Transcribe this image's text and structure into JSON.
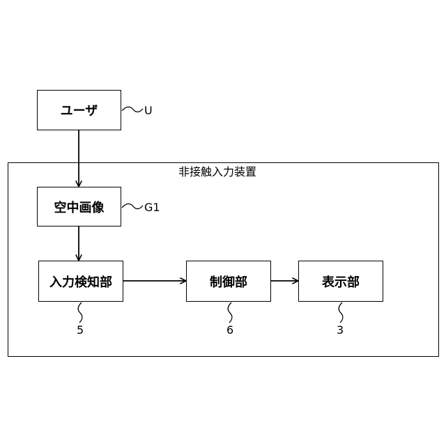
{
  "diagram": {
    "device_title": "非接触入力装置",
    "nodes": {
      "user": {
        "text": "ユーザ",
        "ref": "U"
      },
      "aerial_image": {
        "text": "空中画像",
        "ref": "G1"
      },
      "input_detector": {
        "text": "入力検知部",
        "ref": "5"
      },
      "controller": {
        "text": "制御部",
        "ref": "6"
      },
      "display": {
        "text": "表示部",
        "ref": "3"
      }
    },
    "edges": [
      {
        "from": "user",
        "to": "aerial_image"
      },
      {
        "from": "aerial_image",
        "to": "input_detector"
      },
      {
        "from": "input_detector",
        "to": "controller"
      },
      {
        "from": "controller",
        "to": "display"
      }
    ]
  }
}
